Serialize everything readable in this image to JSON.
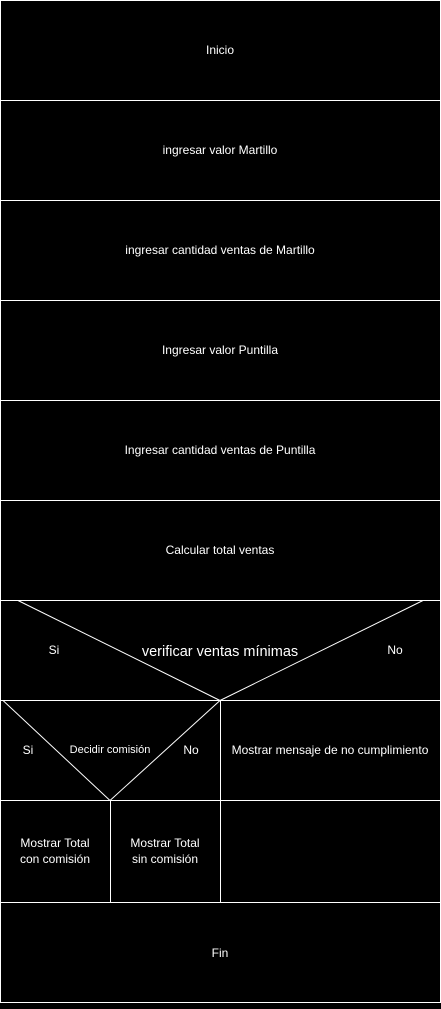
{
  "diagram": {
    "steps": [
      "Inicio",
      "ingresar valor Martillo",
      "ingresar cantidad ventas de Martillo",
      "Ingresar valor Puntilla",
      "Ingresar cantidad ventas de Puntilla",
      "Calcular total ventas"
    ],
    "decision_main": {
      "label": "verificar ventas mínimas",
      "yes_label": "Si",
      "no_label": "No"
    },
    "decision_sub": {
      "label": "Decidir comisión",
      "yes_label": "Si",
      "no_label": "No"
    },
    "no_branch_message": "Mostrar mensaje de no cumplimiento",
    "result_with_commission": {
      "line1": "Mostrar Total",
      "line2": "con comisión"
    },
    "result_without_commission": {
      "line1": "Mostrar Total",
      "line2": "sin comisión"
    },
    "end": "Fin"
  },
  "colors": {
    "background": "#000000",
    "line": "#ffffff",
    "text": "#ffffff"
  }
}
